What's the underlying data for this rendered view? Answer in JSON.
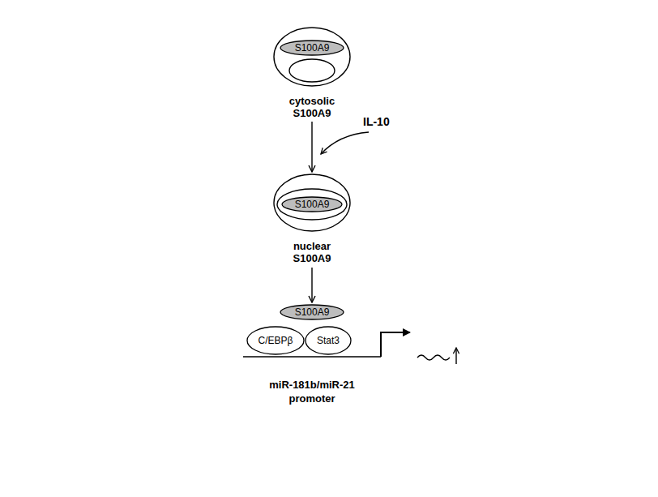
{
  "diagram": {
    "nodes": [
      {
        "text": [
          "cytosolic S100A9"
        ]
      },
      {
        "text": [
          "S100A9"
        ],
        "in": 0
      },
      {
        "text": [
          "nuclear S100A9"
        ]
      },
      {
        "text": [
          "S100A9"
        ],
        "in": 2
      },
      {
        "text": [
          "S100A9"
        ]
      },
      {
        "text": [
          "C/EBPβ"
        ]
      },
      {
        "text": [
          "Stat3"
        ]
      }
    ],
    "edges": [
      {
        "from": 0,
        "to": 2,
        "arrow": "to"
      },
      {
        "from": 2,
        "to": 4,
        "arrow": "to"
      }
    ],
    "labels": [
      "IL-10",
      "miR-181b/miR-21 promoter"
    ]
  }
}
